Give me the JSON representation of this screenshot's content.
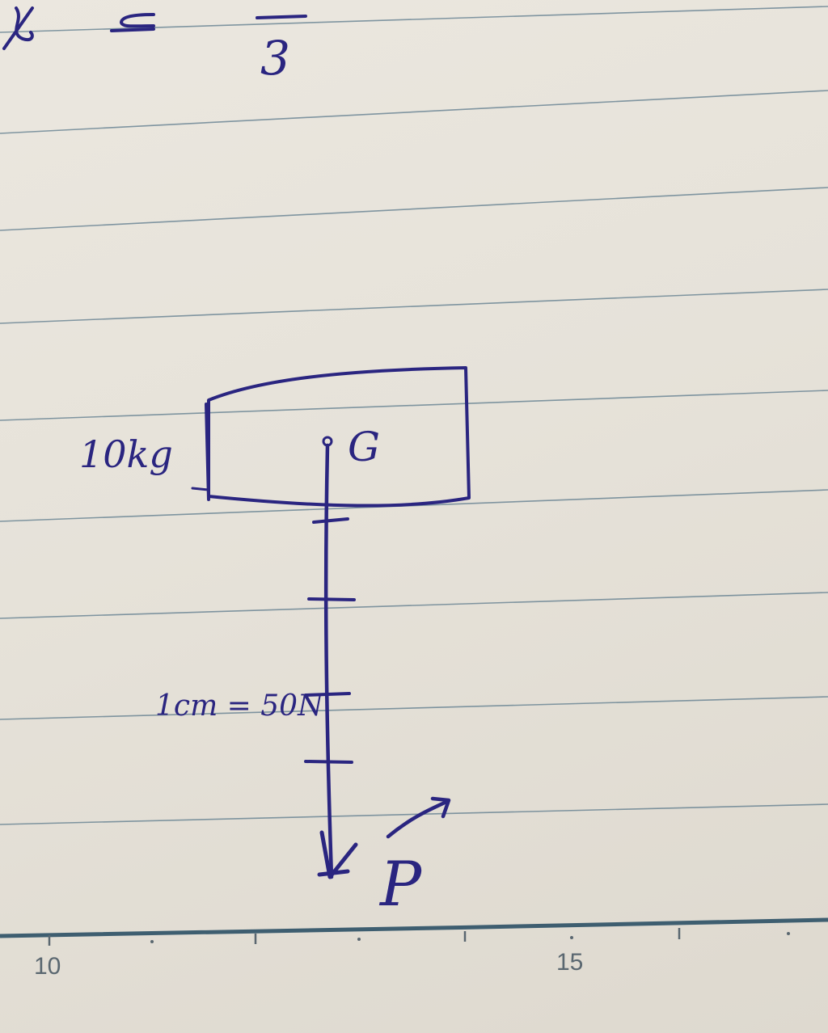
{
  "page": {
    "description": "Handwritten physics sketch on lined notebook paper: a box with centre of gravity G, weight vector P drawn downward to scale",
    "colors": {
      "ink": "#2a2580",
      "paper": "#e6e2d9",
      "rule_line": "#5c7a8c",
      "ruler_text": "#5a6770"
    }
  },
  "top_fragment": {
    "left_glyph": "x",
    "middle_glyph": "≤",
    "fraction_denominator": "3"
  },
  "diagram": {
    "mass_label": "10kg",
    "point_label": "G",
    "scale_label": "1cm = 50N",
    "vector_label": "P",
    "tick_count": 4
  },
  "ruler": {
    "labels": [
      "10",
      "15"
    ]
  }
}
